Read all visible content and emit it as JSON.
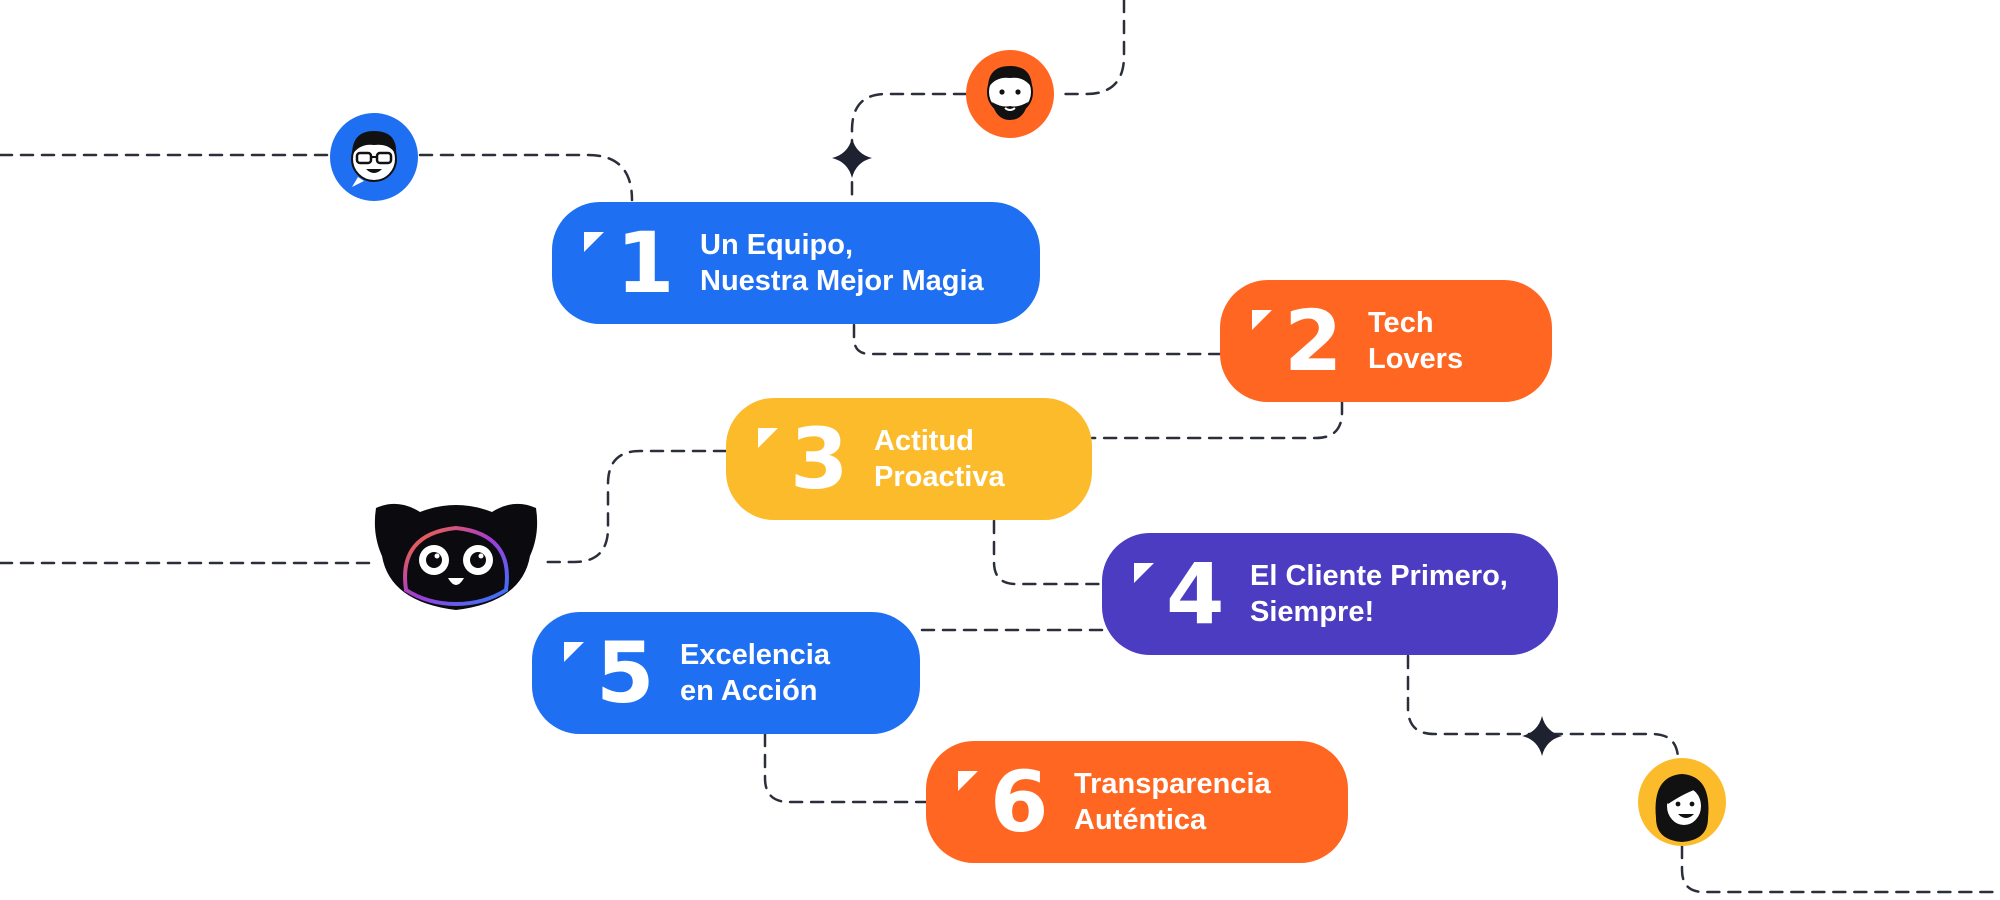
{
  "colors": {
    "blue": "#1f6ff2",
    "orange": "#ff6622",
    "yellow": "#fcbb2b",
    "purple": "#4b3cc1",
    "dark": "#1e2230",
    "connector": "#2b2f3a"
  },
  "values": [
    {
      "number": "1",
      "line1": "Un Equipo,",
      "line2": "Nuestra Mejor Magia",
      "color": "blue"
    },
    {
      "number": "2",
      "line1": "Tech",
      "line2": "Lovers",
      "color": "orange"
    },
    {
      "number": "3",
      "line1": "Actitud",
      "line2": "Proactiva",
      "color": "yellow"
    },
    {
      "number": "4",
      "line1": "El Cliente Primero,",
      "line2": "Siempre!",
      "color": "purple"
    },
    {
      "number": "5",
      "line1": "Excelencia",
      "line2": "en Acción",
      "color": "blue"
    },
    {
      "number": "6",
      "line1": "Transparencia",
      "line2": "Auténtica",
      "color": "orange"
    }
  ],
  "avatars": [
    {
      "name": "man-with-glasses-avatar",
      "ring": "blue"
    },
    {
      "name": "bearded-man-avatar",
      "ring": "orange"
    },
    {
      "name": "woman-avatar",
      "ring": "yellow"
    },
    {
      "name": "cat-mascot",
      "ring": "dark"
    }
  ],
  "sparkles": [
    "four-point-star-icon",
    "four-point-star-icon"
  ]
}
